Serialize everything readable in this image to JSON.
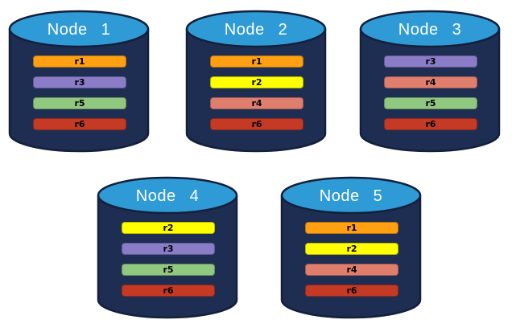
{
  "palette": {
    "page_background": "#FFFFFF",
    "cylinder_body": "#1E2D52",
    "cylinder_outline": "#13203C",
    "cylinder_top": "#2E9BD6",
    "title_text": "#FFFFFF",
    "bar_text": "#000000"
  },
  "replica_colors": {
    "r1": "#FFA013",
    "r2": "#FFFF00",
    "r3": "#8B7CC8",
    "r4": "#E07E6D",
    "r5": "#8FC87E",
    "r6": "#C53A24"
  },
  "nodes": [
    {
      "title": "Node 1",
      "bars": [
        {
          "label": "r1",
          "color": "#FFA013"
        },
        {
          "label": "r3",
          "color": "#8B7CC8"
        },
        {
          "label": "r5",
          "color": "#8FC87E"
        },
        {
          "label": "r6",
          "color": "#C53A24"
        }
      ]
    },
    {
      "title": "Node 2",
      "bars": [
        {
          "label": "r1",
          "color": "#FFA013"
        },
        {
          "label": "r2",
          "color": "#FFFF00"
        },
        {
          "label": "r4",
          "color": "#E07E6D"
        },
        {
          "label": "r6",
          "color": "#C53A24"
        }
      ]
    },
    {
      "title": "Node 3",
      "bars": [
        {
          "label": "r3",
          "color": "#8B7CC8"
        },
        {
          "label": "r4",
          "color": "#E07E6D"
        },
        {
          "label": "r5",
          "color": "#8FC87E"
        },
        {
          "label": "r6",
          "color": "#C53A24"
        }
      ]
    },
    {
      "title": "Node 4",
      "bars": [
        {
          "label": "r2",
          "color": "#FFFF00"
        },
        {
          "label": "r3",
          "color": "#8B7CC8"
        },
        {
          "label": "r5",
          "color": "#8FC87E"
        },
        {
          "label": "r6",
          "color": "#C53A24"
        }
      ]
    },
    {
      "title": "Node 5",
      "bars": [
        {
          "label": "r1",
          "color": "#FFA013"
        },
        {
          "label": "r2",
          "color": "#FFFF00"
        },
        {
          "label": "r4",
          "color": "#E07E6D"
        },
        {
          "label": "r6",
          "color": "#C53A24"
        }
      ]
    }
  ]
}
